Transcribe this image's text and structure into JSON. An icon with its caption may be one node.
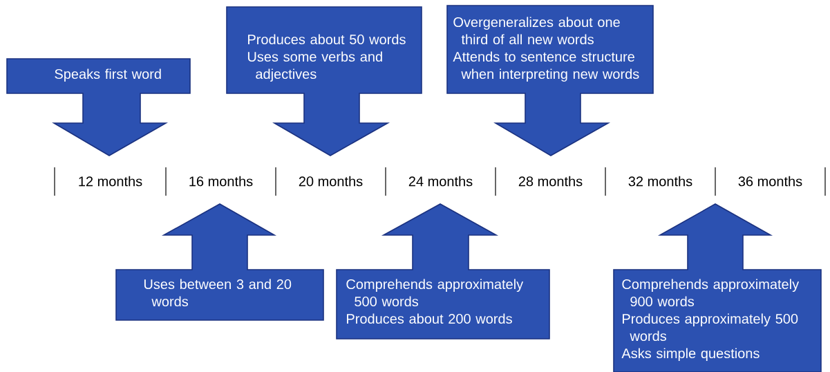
{
  "diagram": {
    "nodes": [
      {
        "text": [
          "Speaks first word"
        ]
      },
      {
        "text": [
          "Produces about 50 words",
          "Uses some verbs and adjectives"
        ]
      },
      {
        "text": [
          "Overgeneralizes about one third of all new words",
          "Attends to sentence structure when interpreting new words"
        ]
      },
      {
        "text": [
          "Uses between 3 and 20 words"
        ]
      },
      {
        "text": [
          "Comprehends approximately 500 words",
          "Produces about 200 words"
        ]
      },
      {
        "text": [
          "Comprehends approximately 900 words",
          "Produces approximately 500 words",
          "Asks simple questions"
        ]
      }
    ],
    "labels": [
      "12 months",
      "16 months",
      "20 months",
      "24 months",
      "28 months",
      "32 months",
      "36 months"
    ]
  }
}
